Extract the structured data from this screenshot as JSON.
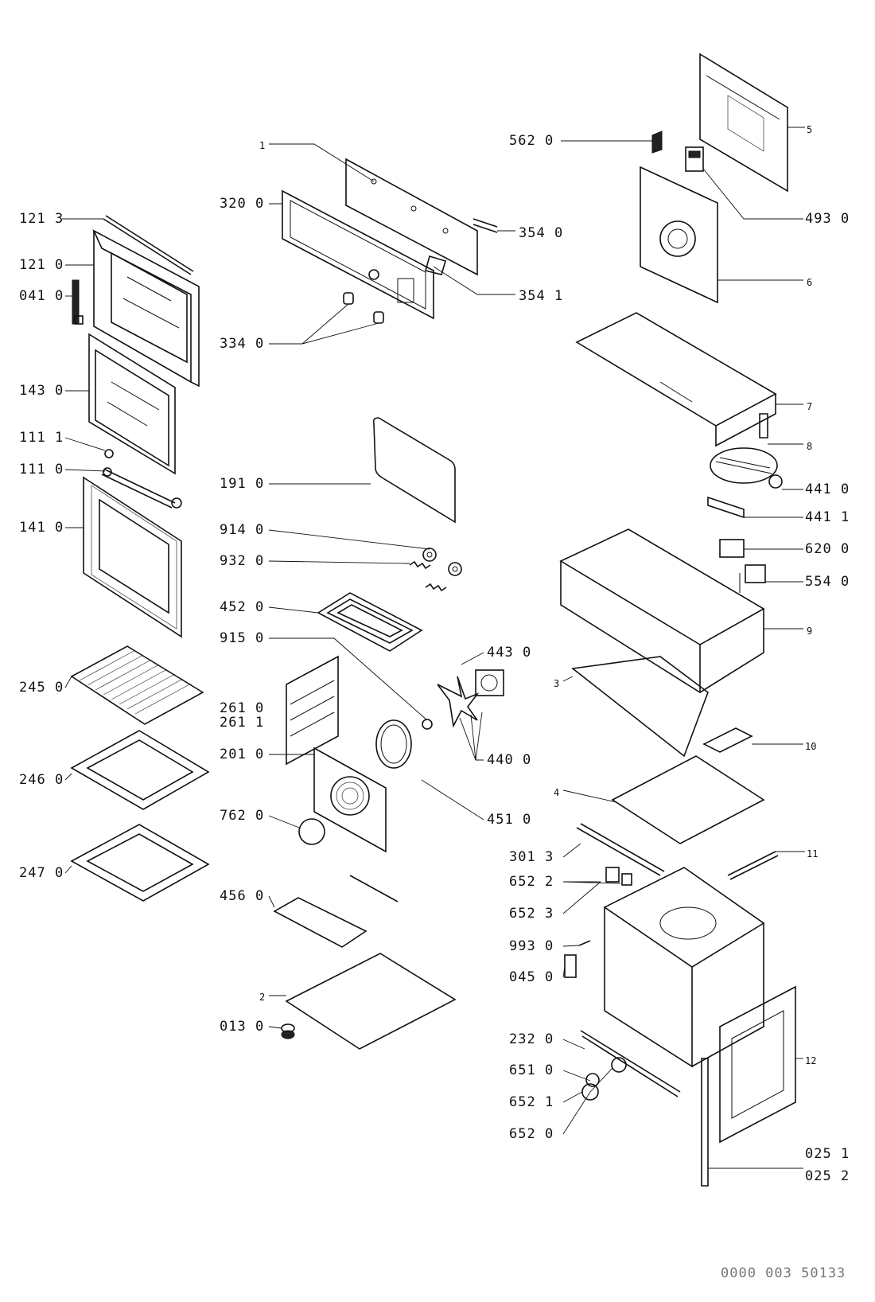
{
  "labels": {
    "p1": "1",
    "p320_0": "320 0",
    "p354_0": "354 0",
    "p354_1": "354 1",
    "p334_0": "334 0",
    "p121_3": "121 3",
    "p121_0": "121 0",
    "p041_0": "041 0",
    "p143_0": "143 0",
    "p111_1": "111 1",
    "p111_0": "111 0",
    "p141_0": "141 0",
    "p245_0": "245 0",
    "p246_0": "246 0",
    "p247_0": "247 0",
    "p191_0": "191 0",
    "p914_0": "914 0",
    "p932_0": "932 0",
    "p452_0": "452 0",
    "p915_0": "915 0",
    "p261_0": "261 0",
    "p261_1": "261 1",
    "p201_0": "201 0",
    "p762_0": "762 0",
    "p456_0": "456 0",
    "p2": "2",
    "p013_0": "013 0",
    "p443_0": "443 0",
    "p440_0": "440 0",
    "p451_0": "451 0",
    "p562_0": "562 0",
    "p5": "5",
    "p493_0": "493 0",
    "p6": "6",
    "p7": "7",
    "p8": "8",
    "p441_0": "441 0",
    "p441_1": "441 1",
    "p620_0": "620 0",
    "p554_0": "554 0",
    "p9": "9",
    "p3": "3",
    "p10": "10",
    "p4": "4",
    "p301_3": "301 3",
    "p11": "11",
    "p652_2": "652 2",
    "p652_3": "652 3",
    "p993_0": "993 0",
    "p045_0": "045 0",
    "p232_0": "232 0",
    "p651_0": "651 0",
    "p652_1": "652 1",
    "p652_0": "652 0",
    "p12": "12",
    "p025_1": "025 1",
    "p025_2": "025 2"
  },
  "footer_code": "0000 003 50133"
}
